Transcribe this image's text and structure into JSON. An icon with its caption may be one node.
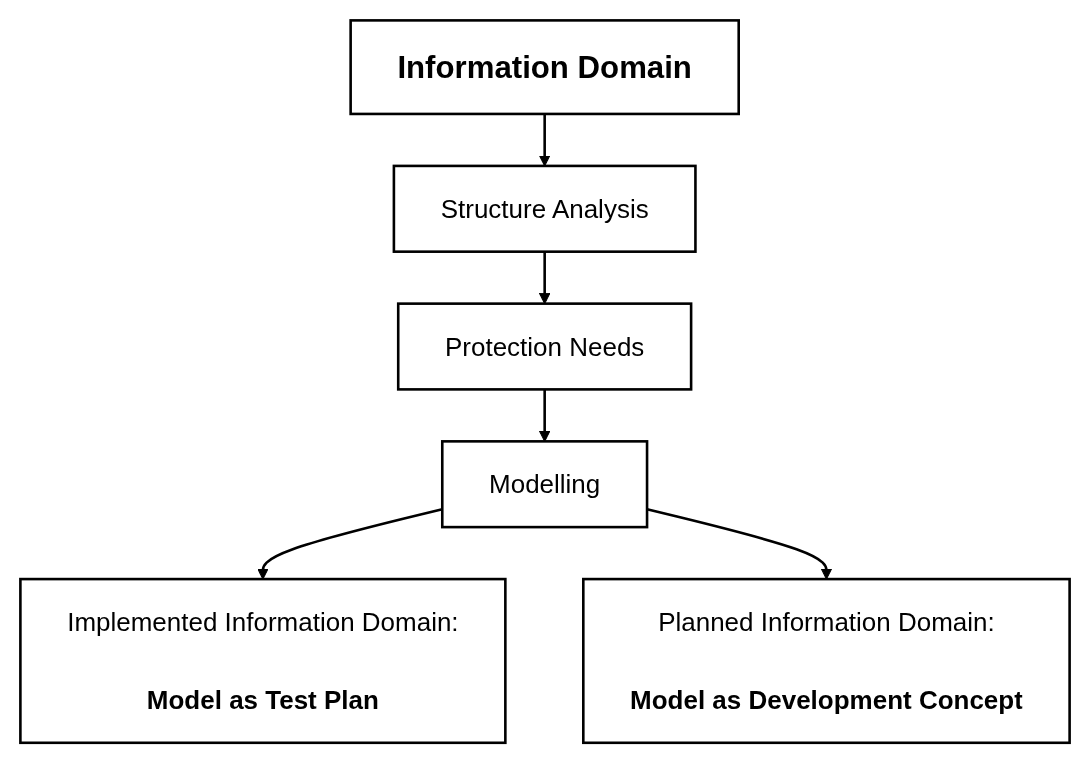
{
  "diagram": {
    "nodes": [
      {
        "text": [
          "Information Domain"
        ]
      },
      {
        "text": [
          "Structure Analysis"
        ]
      },
      {
        "text": [
          "Protection Needs"
        ]
      },
      {
        "text": [
          "Modelling"
        ]
      },
      {
        "text": [
          "Implemented Information Domain:",
          "Model as Test Plan"
        ]
      },
      {
        "text": [
          "Planned Information Domain:",
          "Model as Development Concept"
        ]
      }
    ],
    "edges": [
      {
        "from": 0,
        "to": 1,
        "arrow": "to"
      },
      {
        "from": 1,
        "to": 2,
        "arrow": "to"
      },
      {
        "from": 2,
        "to": 3,
        "arrow": "to"
      },
      {
        "from": 3,
        "to": 4,
        "arrow": "to"
      },
      {
        "from": 3,
        "to": 5,
        "arrow": "to"
      }
    ]
  }
}
